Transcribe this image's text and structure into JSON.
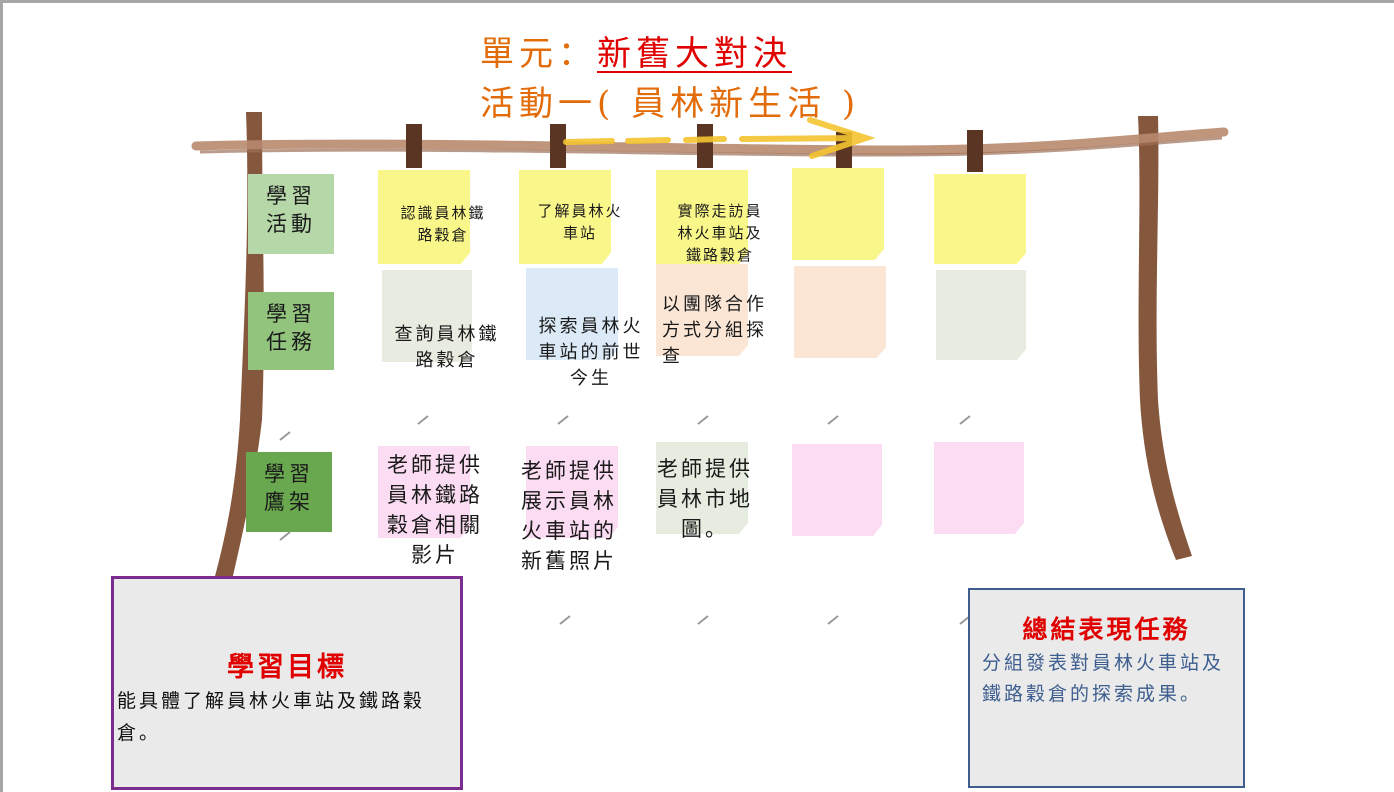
{
  "title": {
    "unit_prefix": "單元：",
    "unit_name": "新舊大對決",
    "activity": "活動一(  員林新生活  )"
  },
  "row_labels": [
    "學習\n活動",
    "學習\n任務",
    "學習\n鷹架"
  ],
  "activities": [
    "認識員林鐵\n路穀倉",
    "了解員林火\n車站",
    "實際走訪員\n林火車站及\n鐵路穀倉"
  ],
  "tasks": [
    "查詢員林鐵\n路穀倉",
    "探索員林火\n車站的前世\n今生",
    "以團隊合作\n方式分組探\n查"
  ],
  "scaffolds": [
    "老師提供\n員林鐵路\n穀倉相關\n影片",
    "老師提供\n展示員林\n火車站的\n新舊照片",
    "老師提供\n員林市地\n圖。"
  ],
  "goal": {
    "title": "學習目標",
    "text": "能具體了解員林火車站及鐵路穀倉。"
  },
  "summary": {
    "title": "總結表現任務",
    "text": "分組發表對員林火車站及鐵路穀倉的探索成果。"
  },
  "colors": {
    "wood": "#7b4a2d",
    "arrow": "#f4c430",
    "goal_border": "#7b2c8e",
    "summary_border": "#3d5e8f"
  }
}
